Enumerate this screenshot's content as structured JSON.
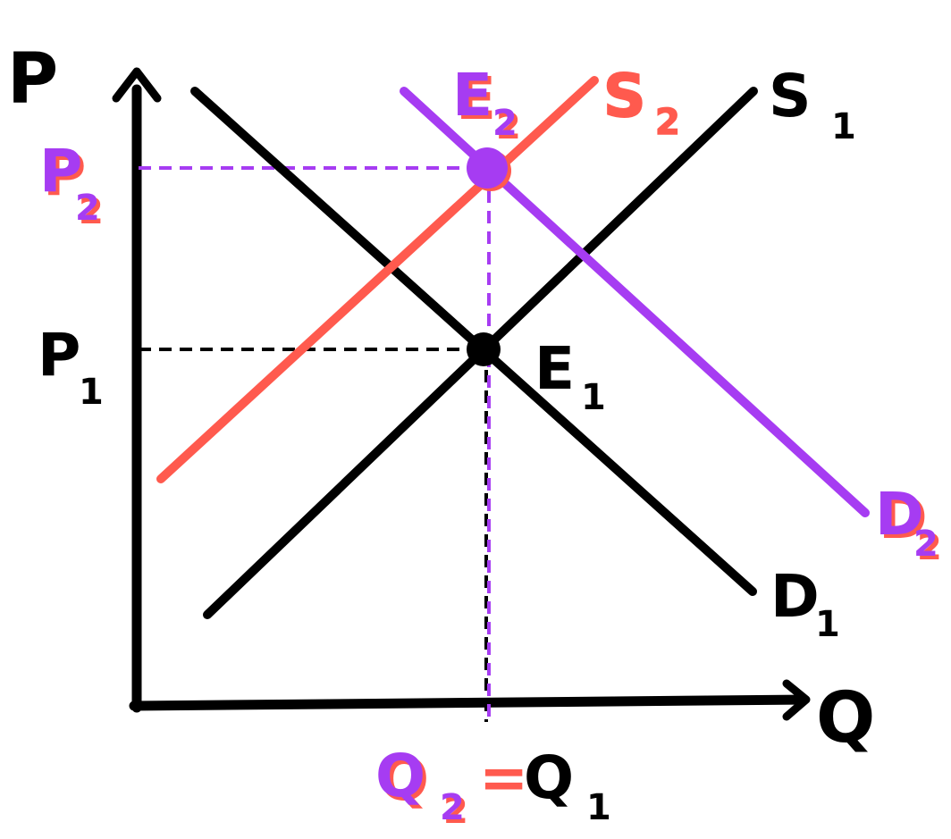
{
  "colors": {
    "black": "#000000",
    "supply_shift": "#FF5A4E",
    "demand_shift": "#A63CF2"
  },
  "axes": {
    "y_label": "P",
    "x_label": "Q"
  },
  "curves": {
    "s1": {
      "letter": "S",
      "sub": "1"
    },
    "s2": {
      "letter": "S",
      "sub": "2"
    },
    "d1": {
      "letter": "D",
      "sub": "1"
    },
    "d2": {
      "letter": "D",
      "sub": "2"
    }
  },
  "points": {
    "e1": {
      "letter": "E",
      "sub": "1"
    },
    "e2": {
      "letter": "E",
      "sub": "2"
    }
  },
  "price_labels": {
    "p1": {
      "letter": "P",
      "sub": "1"
    },
    "p2": {
      "letter": "P",
      "sub": "2"
    }
  },
  "quantity_labels": {
    "q1": {
      "letter": "Q",
      "sub": "1"
    },
    "q2": {
      "letter": "Q",
      "sub": "2"
    },
    "equals": "="
  }
}
